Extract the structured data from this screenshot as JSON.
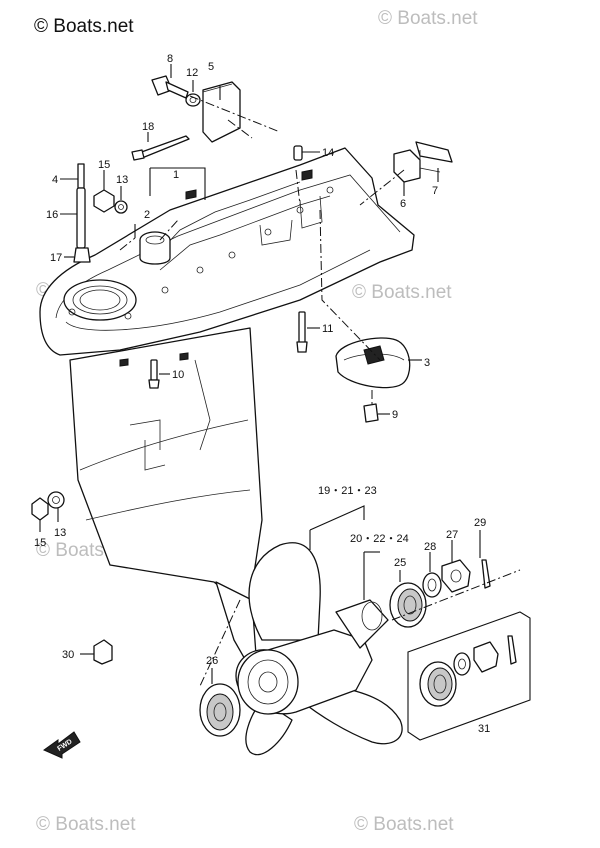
{
  "watermark": {
    "primary": "© Boats.net",
    "repeat": "© Boats.net"
  },
  "forward_marker": "FWD",
  "callouts": {
    "c1": "1",
    "c2": "2",
    "c3": "3",
    "c4": "4",
    "c5": "5",
    "c6": "6",
    "c7": "7",
    "c8": "8",
    "c9": "9",
    "c10": "10",
    "c11": "11",
    "c12": "12",
    "c13a": "13",
    "c13b": "13",
    "c14": "14",
    "c15a": "15",
    "c15b": "15",
    "c16": "16",
    "c17": "17",
    "c18": "18",
    "c19_21_23": "19・21・23",
    "c20_22_24": "20・22・24",
    "c25": "25",
    "c26": "26",
    "c27": "27",
    "c28": "28",
    "c29": "29",
    "c30": "30",
    "c31": "31"
  }
}
